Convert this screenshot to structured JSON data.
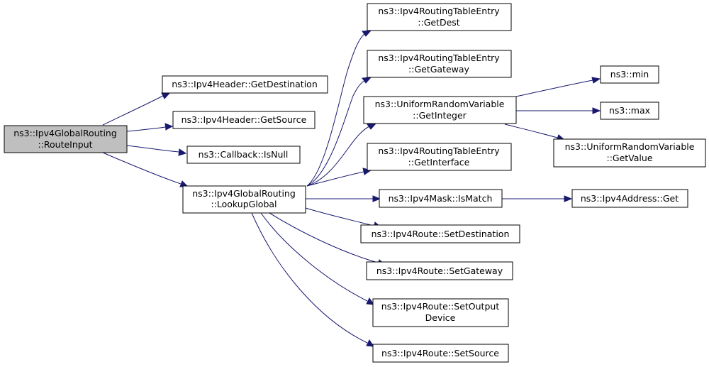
{
  "graph": {
    "edge_color": "#191970",
    "root_fill": "#bfbfbf",
    "nodes": {
      "route_input": {
        "line1": "ns3::Ipv4GlobalRouting",
        "line2": "::RouteInput"
      },
      "get_destination": {
        "line1": "ns3::Ipv4Header::GetDestination"
      },
      "get_source": {
        "line1": "ns3::Ipv4Header::GetSource"
      },
      "is_null": {
        "line1": "ns3::Callback::IsNull"
      },
      "lookup_global": {
        "line1": "ns3::Ipv4GlobalRouting",
        "line2": "::LookupGlobal"
      },
      "get_dest": {
        "line1": "ns3::Ipv4RoutingTableEntry",
        "line2": "::GetDest"
      },
      "get_gateway": {
        "line1": "ns3::Ipv4RoutingTableEntry",
        "line2": "::GetGateway"
      },
      "get_integer": {
        "line1": "ns3::UniformRandomVariable",
        "line2": "::GetInteger"
      },
      "get_interface": {
        "line1": "ns3::Ipv4RoutingTableEntry",
        "line2": "::GetInterface"
      },
      "is_match": {
        "line1": "ns3::Ipv4Mask::IsMatch"
      },
      "set_destination": {
        "line1": "ns3::Ipv4Route::SetDestination"
      },
      "set_gateway": {
        "line1": "ns3::Ipv4Route::SetGateway"
      },
      "set_output_device": {
        "line1": "ns3::Ipv4Route::SetOutput",
        "line2": "Device"
      },
      "set_source": {
        "line1": "ns3::Ipv4Route::SetSource"
      },
      "min": {
        "line1": "ns3::min"
      },
      "max": {
        "line1": "ns3::max"
      },
      "get_value": {
        "line1": "ns3::UniformRandomVariable",
        "line2": "::GetValue"
      },
      "address_get": {
        "line1": "ns3::Ipv4Address::Get"
      }
    }
  }
}
